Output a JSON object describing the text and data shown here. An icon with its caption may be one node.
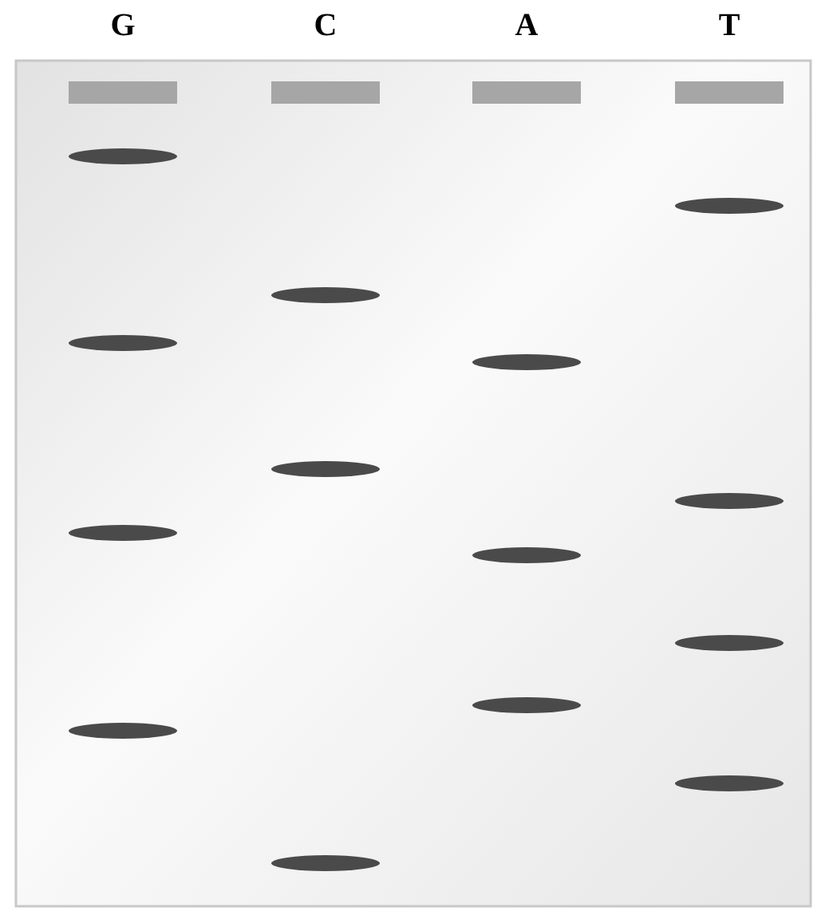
{
  "diagram": {
    "labels": [
      "G",
      "C",
      "A",
      "T"
    ]
  }
}
